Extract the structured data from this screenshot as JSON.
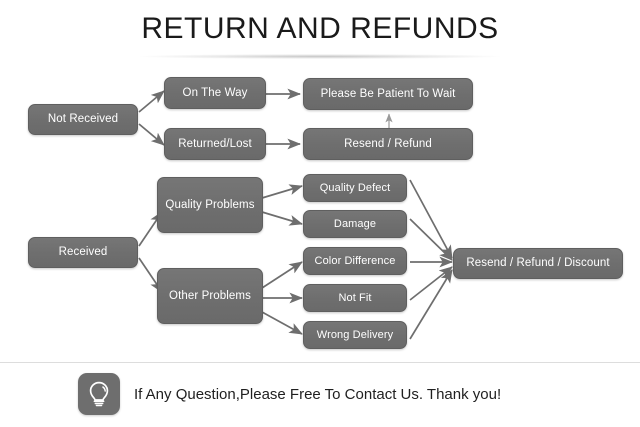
{
  "page": {
    "title": "RETURN AND REFUNDS",
    "background_color": "#ffffff",
    "node_color": "#6e6e6e",
    "node_text_color": "#ffffff",
    "connector_color": "#6e6e6e",
    "title_color": "#1a1a1a"
  },
  "chart_data": {
    "type": "diagram",
    "title": "RETURN AND REFUNDS",
    "nodes": [
      {
        "id": "not-received",
        "label": "Not Received"
      },
      {
        "id": "on-the-way",
        "label": "On The Way"
      },
      {
        "id": "returned-lost",
        "label": "Returned/Lost"
      },
      {
        "id": "please-wait",
        "label": "Please Be Patient To Wait"
      },
      {
        "id": "resend-refund",
        "label": "Resend / Refund"
      },
      {
        "id": "received",
        "label": "Received"
      },
      {
        "id": "quality-problems",
        "label": "Quality Problems"
      },
      {
        "id": "other-problems",
        "label": "Other Problems"
      },
      {
        "id": "quality-defect",
        "label": "Quality Defect"
      },
      {
        "id": "damage",
        "label": "Damage"
      },
      {
        "id": "color-difference",
        "label": "Color Difference"
      },
      {
        "id": "not-fit",
        "label": "Not Fit"
      },
      {
        "id": "wrong-delivery",
        "label": "Wrong Delivery"
      },
      {
        "id": "resend-refund-discount",
        "label": "Resend / Refund / Discount"
      }
    ],
    "edges": [
      {
        "from": "not-received",
        "to": "on-the-way"
      },
      {
        "from": "not-received",
        "to": "returned-lost"
      },
      {
        "from": "on-the-way",
        "to": "please-wait"
      },
      {
        "from": "returned-lost",
        "to": "resend-refund"
      },
      {
        "from": "resend-refund",
        "to": "please-wait"
      },
      {
        "from": "received",
        "to": "quality-problems"
      },
      {
        "from": "received",
        "to": "other-problems"
      },
      {
        "from": "quality-problems",
        "to": "quality-defect"
      },
      {
        "from": "quality-problems",
        "to": "damage"
      },
      {
        "from": "other-problems",
        "to": "color-difference"
      },
      {
        "from": "other-problems",
        "to": "not-fit"
      },
      {
        "from": "other-problems",
        "to": "wrong-delivery"
      },
      {
        "from": "quality-defect",
        "to": "resend-refund-discount"
      },
      {
        "from": "damage",
        "to": "resend-refund-discount"
      },
      {
        "from": "color-difference",
        "to": "resend-refund-discount"
      },
      {
        "from": "not-fit",
        "to": "resend-refund-discount"
      },
      {
        "from": "wrong-delivery",
        "to": "resend-refund-discount"
      }
    ]
  },
  "footer": {
    "icon": "lightbulb-icon",
    "text": "If Any Question,Please Free To Contact Us. Thank you!"
  }
}
